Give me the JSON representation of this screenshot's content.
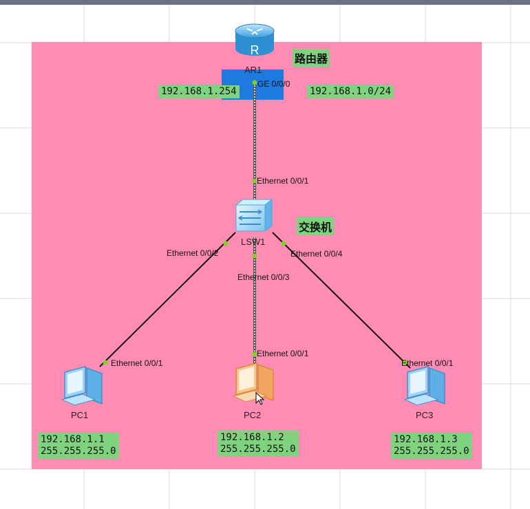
{
  "diagram": {
    "devices": {
      "router": {
        "name": "AR1",
        "icon": "router-icon",
        "caption": "路由器",
        "port": "GE 0/0/0"
      },
      "switch": {
        "name": "LSW1",
        "icon": "switch-icon",
        "caption": "交换机",
        "ports": {
          "up": "Ethernet 0/0/1",
          "left": "Ethernet 0/0/2",
          "mid": "Ethernet 0/0/3",
          "right": "Ethernet 0/0/4"
        }
      },
      "pc1": {
        "name": "PC1",
        "icon": "pc-icon",
        "port": "Ethernet 0/0/1",
        "ip": "192.168.1.1",
        "mask": "255.255.255.0"
      },
      "pc2": {
        "name": "PC2",
        "icon": "pc-icon",
        "port": "Ethernet 0/0/1",
        "ip": "192.168.1.2",
        "mask": "255.255.255.0"
      },
      "pc3": {
        "name": "PC3",
        "icon": "pc-icon",
        "port": "Ethernet 0/0/1",
        "ip": "192.168.1.3",
        "mask": "255.255.255.0"
      }
    },
    "router_notes": {
      "gateway_ip": "192.168.1.254",
      "network": "192.168.1.0/24"
    }
  },
  "colors": {
    "zone": "#ff8cb4",
    "label_bg": "#7fd37f",
    "selection": "#1f7ae0",
    "port_dot": "#7ed321",
    "grid": "#d9d9d9"
  }
}
